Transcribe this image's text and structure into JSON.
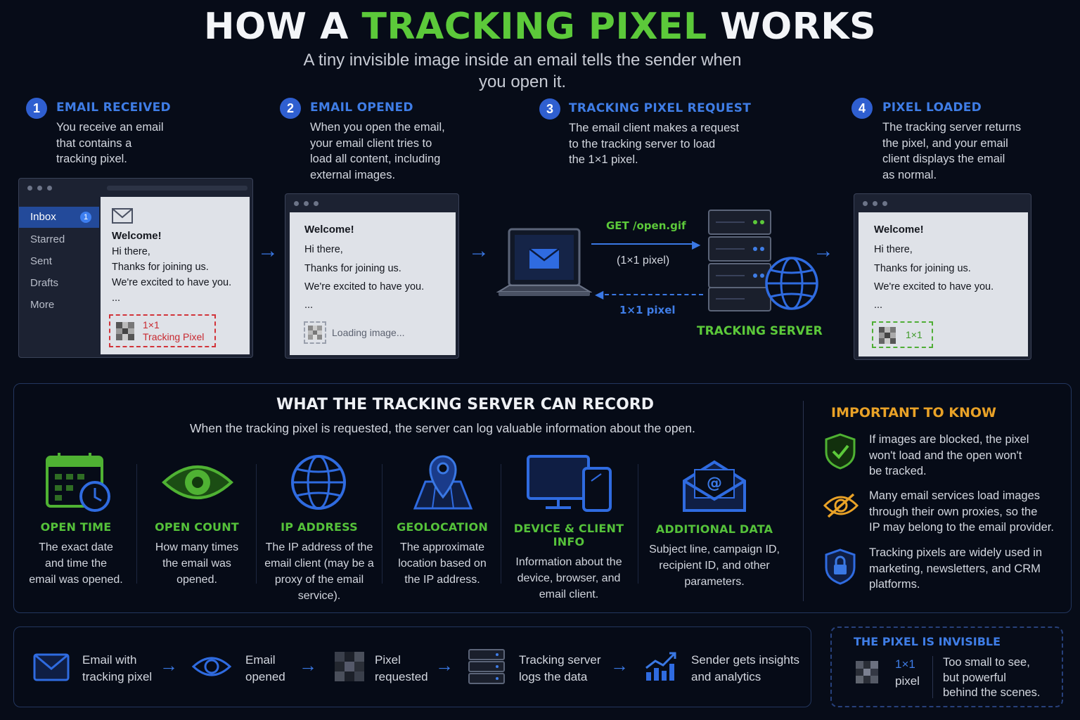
{
  "header": {
    "title_a": "HOW A ",
    "title_b": "TRACKING PIXEL",
    "title_c": " WORKS",
    "subtitle": "A tiny invisible image inside an email tells the sender when you open it."
  },
  "steps": [
    {
      "num": "1",
      "title": "EMAIL RECEIVED",
      "desc_lines": [
        "You receive an email",
        "that contains a",
        "tracking pixel."
      ]
    },
    {
      "num": "2",
      "title": "EMAIL OPENED",
      "desc_lines": [
        "When you open the email,",
        "your email client tries to",
        "load all content, including",
        "external images."
      ]
    },
    {
      "num": "3",
      "title": "TRACKING PIXEL REQUEST",
      "desc_lines": [
        "The email client makes a request",
        "to the tracking server to load",
        "the 1×1 pixel."
      ]
    },
    {
      "num": "4",
      "title": "PIXEL LOADED",
      "desc_lines": [
        "The tracking server returns",
        "the pixel, and your email",
        "client displays the email",
        "as normal."
      ]
    }
  ],
  "mail_client": {
    "sidebar": [
      {
        "label": "Inbox",
        "count": "1"
      },
      {
        "label": "Starred"
      },
      {
        "label": "Sent"
      },
      {
        "label": "Drafts"
      },
      {
        "label": "More"
      }
    ],
    "email_lines": [
      "Welcome!",
      "Hi there,",
      "Thanks for joining us.",
      "We're excited to have you.",
      "..."
    ],
    "pixel_label_1": "1×1",
    "pixel_label_2": "Tracking Pixel",
    "loading_label": "Loading image...",
    "loaded_label": "1×1"
  },
  "request": {
    "get_label": "GET /open.gif",
    "get_sub": "(1×1 pixel)",
    "return_label": "1×1 pixel",
    "server_label": "TRACKING SERVER"
  },
  "record": {
    "title": "WHAT THE TRACKING SERVER CAN RECORD",
    "subtitle": "When the tracking pixel is requested, the server can log valuable information about the open.",
    "items": [
      {
        "icon": "calendar-clock-icon",
        "title": "OPEN TIME",
        "desc_lines": [
          "The exact date",
          "and time the",
          "email was opened."
        ]
      },
      {
        "icon": "eye-icon",
        "title": "OPEN COUNT",
        "desc_lines": [
          "How many times",
          "the email was",
          "opened."
        ]
      },
      {
        "icon": "globe-icon",
        "title": "IP ADDRESS",
        "desc_lines": [
          "The IP address of the",
          "email client (may be a",
          "proxy of the email",
          "service)."
        ]
      },
      {
        "icon": "map-pin-icon",
        "title": "GEOLOCATION",
        "desc_lines": [
          "The approximate",
          "location based on",
          "the IP address."
        ]
      },
      {
        "icon": "devices-icon",
        "title": "DEVICE & CLIENT INFO",
        "desc_lines": [
          "Information about the",
          "device, browser, and",
          "email client."
        ]
      },
      {
        "icon": "envelope-at-icon",
        "title": "ADDITIONAL DATA",
        "desc_lines": [
          "Subject line, campaign ID,",
          "recipient ID, and other",
          "parameters."
        ]
      }
    ]
  },
  "important": {
    "title": "IMPORTANT TO KNOW",
    "items": [
      {
        "icon": "shield-check-icon",
        "lines": [
          "If images are blocked, the pixel",
          "won't load and the open won't",
          "be tracked."
        ]
      },
      {
        "icon": "eye-off-icon",
        "lines": [
          "Many email services load images",
          "through their own proxies, so the",
          "IP may belong to the email provider."
        ]
      },
      {
        "icon": "shield-lock-icon",
        "lines": [
          "Tracking pixels are widely used in",
          "marketing, newsletters, and CRM",
          "platforms."
        ]
      }
    ]
  },
  "flow": [
    {
      "icon": "envelope-icon",
      "lines": [
        "Email with",
        "tracking pixel"
      ]
    },
    {
      "icon": "eye-icon",
      "lines": [
        "Email",
        "opened"
      ]
    },
    {
      "icon": "pixel-icon",
      "lines": [
        "Pixel",
        "requested"
      ]
    },
    {
      "icon": "server-icon",
      "lines": [
        "Tracking server",
        "logs the data"
      ]
    },
    {
      "icon": "chart-icon",
      "lines": [
        "Sender gets insights",
        "and analytics"
      ]
    }
  ],
  "invisible": {
    "title": "THE PIXEL IS INVISIBLE",
    "size_1": "1×1",
    "size_2": "pixel",
    "desc_lines": [
      "Too small to see,",
      "but powerful",
      "behind the scenes."
    ]
  },
  "colors": {
    "accent_blue": "#3f7de6",
    "accent_green": "#5cc93a",
    "accent_orange": "#e9a227",
    "background": "#070c18"
  }
}
